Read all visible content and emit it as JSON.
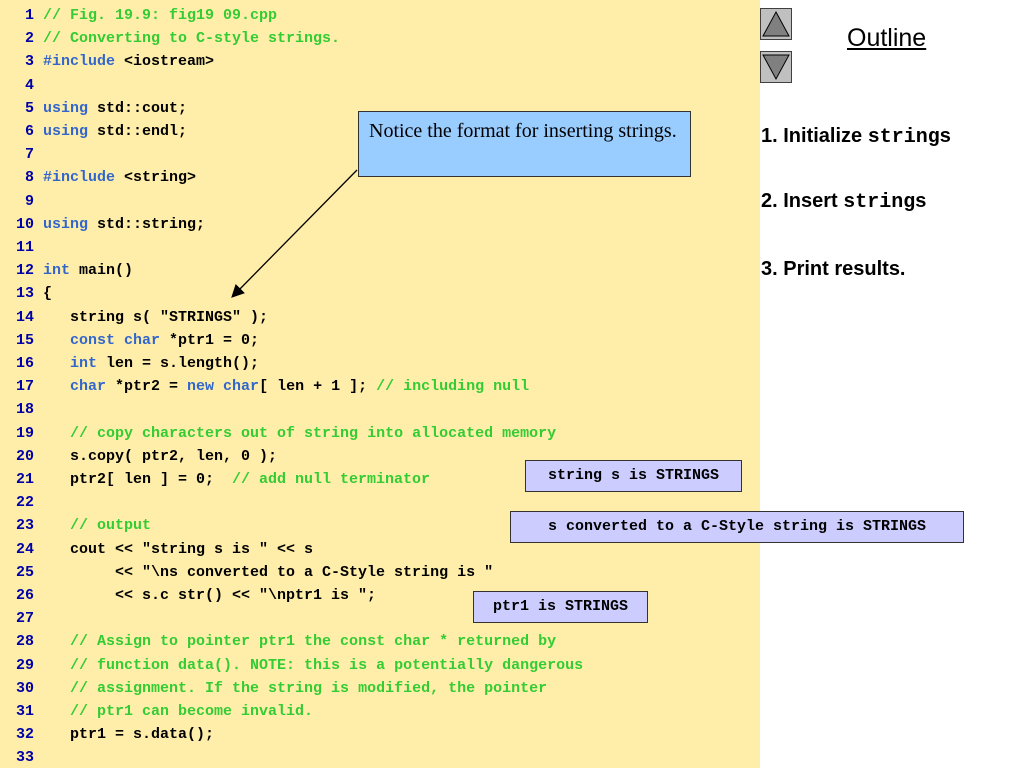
{
  "code_lines": [
    {
      "n": "1",
      "parts": [
        {
          "cls": "c",
          "text": "// Fig. 19.9: fig19 09.cpp"
        }
      ]
    },
    {
      "n": "2",
      "parts": [
        {
          "cls": "c",
          "text": "// Converting to C-style strings."
        }
      ]
    },
    {
      "n": "3",
      "parts": [
        {
          "cls": "k",
          "text": "#include "
        },
        {
          "cls": "t",
          "text": "<iostream>"
        }
      ]
    },
    {
      "n": "4",
      "parts": []
    },
    {
      "n": "5",
      "parts": [
        {
          "cls": "k",
          "text": "using "
        },
        {
          "cls": "t",
          "text": "std::cout;"
        }
      ]
    },
    {
      "n": "6",
      "parts": [
        {
          "cls": "k",
          "text": "using "
        },
        {
          "cls": "t",
          "text": "std::endl;"
        }
      ]
    },
    {
      "n": "7",
      "parts": []
    },
    {
      "n": "8",
      "parts": [
        {
          "cls": "k",
          "text": "#include "
        },
        {
          "cls": "t",
          "text": "<string>"
        }
      ]
    },
    {
      "n": "9",
      "parts": []
    },
    {
      "n": "10",
      "parts": [
        {
          "cls": "k",
          "text": "using "
        },
        {
          "cls": "t",
          "text": "std::string;"
        }
      ]
    },
    {
      "n": "11",
      "parts": []
    },
    {
      "n": "12",
      "parts": [
        {
          "cls": "k",
          "text": "int "
        },
        {
          "cls": "t",
          "text": "main()"
        }
      ]
    },
    {
      "n": "13",
      "parts": [
        {
          "cls": "t",
          "text": "{"
        }
      ]
    },
    {
      "n": "14",
      "parts": [
        {
          "cls": "t",
          "text": "   string s( \"STRINGS\" );"
        }
      ]
    },
    {
      "n": "15",
      "parts": [
        {
          "cls": "t",
          "text": "   "
        },
        {
          "cls": "k",
          "text": "const char "
        },
        {
          "cls": "t",
          "text": "*ptr1 = 0;"
        }
      ]
    },
    {
      "n": "16",
      "parts": [
        {
          "cls": "t",
          "text": "   "
        },
        {
          "cls": "k",
          "text": "int "
        },
        {
          "cls": "t",
          "text": "len = s.length();"
        }
      ]
    },
    {
      "n": "17",
      "parts": [
        {
          "cls": "t",
          "text": "   "
        },
        {
          "cls": "k",
          "text": "char "
        },
        {
          "cls": "t",
          "text": "*ptr2 = "
        },
        {
          "cls": "k",
          "text": "new char"
        },
        {
          "cls": "t",
          "text": "[ len + 1 ]; "
        },
        {
          "cls": "c",
          "text": "// including null"
        }
      ]
    },
    {
      "n": "18",
      "parts": []
    },
    {
      "n": "19",
      "parts": [
        {
          "cls": "t",
          "text": "   "
        },
        {
          "cls": "c",
          "text": "// copy characters out of string into allocated memory"
        }
      ]
    },
    {
      "n": "20",
      "parts": [
        {
          "cls": "t",
          "text": "   s.copy( ptr2, len, 0 );"
        }
      ]
    },
    {
      "n": "21",
      "parts": [
        {
          "cls": "t",
          "text": "   ptr2[ len ] = 0;  "
        },
        {
          "cls": "c",
          "text": "// add null terminator"
        }
      ]
    },
    {
      "n": "22",
      "parts": []
    },
    {
      "n": "23",
      "parts": [
        {
          "cls": "t",
          "text": "   "
        },
        {
          "cls": "c",
          "text": "// output"
        }
      ]
    },
    {
      "n": "24",
      "parts": [
        {
          "cls": "t",
          "text": "   cout << \"string s is \" << s"
        }
      ]
    },
    {
      "n": "25",
      "parts": [
        {
          "cls": "t",
          "text": "        << \"\\ns converted to a C-Style string is \""
        }
      ]
    },
    {
      "n": "26",
      "parts": [
        {
          "cls": "t",
          "text": "        << s.c str() << \"\\nptr1 is \";"
        }
      ]
    },
    {
      "n": "27",
      "parts": []
    },
    {
      "n": "28",
      "parts": [
        {
          "cls": "t",
          "text": "   "
        },
        {
          "cls": "c",
          "text": "// Assign to pointer ptr1 the const char * returned by"
        }
      ]
    },
    {
      "n": "29",
      "parts": [
        {
          "cls": "t",
          "text": "   "
        },
        {
          "cls": "c",
          "text": "// function data(). NOTE: this is a potentially dangerous"
        }
      ]
    },
    {
      "n": "30",
      "parts": [
        {
          "cls": "t",
          "text": "   "
        },
        {
          "cls": "c",
          "text": "// assignment. If the string is modified, the pointer"
        }
      ]
    },
    {
      "n": "31",
      "parts": [
        {
          "cls": "t",
          "text": "   "
        },
        {
          "cls": "c",
          "text": "// ptr1 can become invalid."
        }
      ]
    },
    {
      "n": "32",
      "parts": [
        {
          "cls": "t",
          "text": "   ptr1 = s.data();"
        }
      ]
    },
    {
      "n": "33",
      "parts": []
    }
  ],
  "outline": {
    "title": "Outline",
    "items": [
      {
        "prefix": "1. Initialize ",
        "mono": "string",
        "suffix": "s"
      },
      {
        "prefix": "2. Insert ",
        "mono": "string",
        "suffix": "s"
      },
      {
        "prefix": "3. Print results.",
        "mono": "",
        "suffix": ""
      }
    ]
  },
  "callout": {
    "text": "Notice the format for inserting strings."
  },
  "output_boxes": {
    "line1": "string s is STRINGS",
    "line2": "s converted to a C-Style string is STRINGS",
    "line3": "ptr1 is STRINGS"
  },
  "nav": {
    "up_icon": "triangle-up-icon",
    "down_icon": "triangle-down-icon"
  },
  "colors": {
    "code_bg": "#ffeeaa",
    "keyword": "#3366cc",
    "comment": "#33cc33",
    "line_number": "#0000aa",
    "callout_bg": "#99ccff",
    "output_bg": "#ccccff"
  }
}
